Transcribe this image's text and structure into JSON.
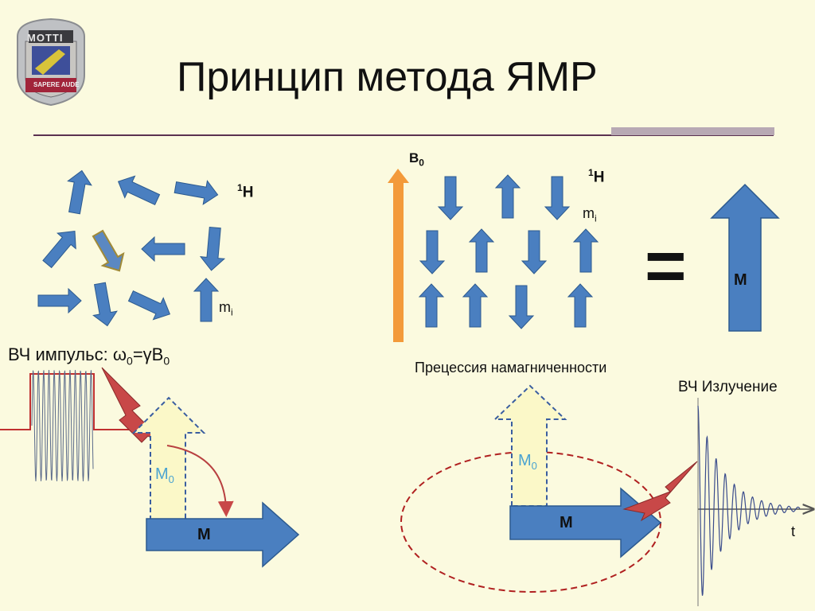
{
  "slide": {
    "title": "Принцип метода ЯМР",
    "logo": {
      "text_top": "MOTTI",
      "text_bottom": "SAPERE AUDE"
    },
    "accent_color": "#f39a3a",
    "arrow_color": "#4a7fc0",
    "arrow_outline_color": "#2c5a8f",
    "lightning_color": "#c84848",
    "rule_color": "#5a3050"
  },
  "left_panel": {
    "nucleus_label": "1H",
    "nucleus_sup": "1",
    "nucleus_symbol": "H",
    "moment_label": "m",
    "moment_sub": "i"
  },
  "right_panel": {
    "field_label": "B",
    "field_sub": "0",
    "nucleus_sup": "1",
    "nucleus_symbol": "H",
    "moment_label": "m",
    "moment_sub": "i",
    "equals": "=",
    "magnetization": "M"
  },
  "bottom_left": {
    "pulse_text": "ВЧ импульс: ω",
    "pulse_sub1": "0",
    "pulse_mid": "=γB",
    "pulse_sub2": "0",
    "m0_label": "M",
    "m0_sub": "0",
    "m_label": "M"
  },
  "bottom_right": {
    "precession_label": "Прецессия намагниченности",
    "m0_label": "M",
    "m0_sub": "0",
    "m_label": "M",
    "emission_label": "ВЧ Излучение",
    "time_axis": "t"
  }
}
